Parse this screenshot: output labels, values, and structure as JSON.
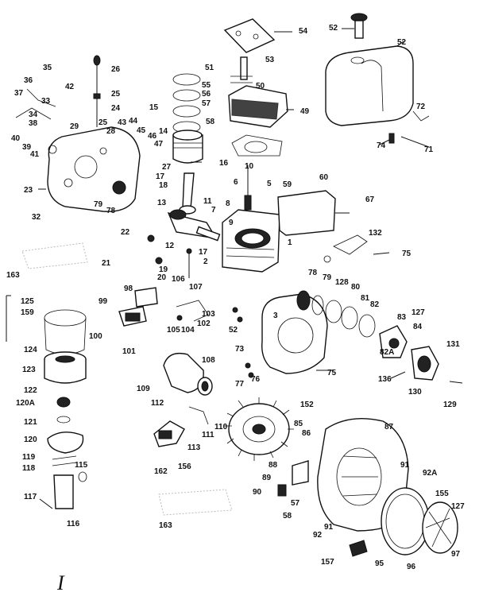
{
  "diagram": {
    "labels": [
      "54",
      "53",
      "52",
      "51",
      "53",
      "55",
      "50",
      "56",
      "57",
      "49",
      "58",
      "26",
      "25",
      "24",
      "35",
      "36",
      "37",
      "33",
      "42",
      "34",
      "38",
      "40",
      "39",
      "29",
      "25",
      "28",
      "43",
      "44",
      "45",
      "46",
      "47",
      "14",
      "15",
      "16",
      "41",
      "27",
      "23",
      "79",
      "78",
      "32",
      "17",
      "18",
      "13",
      "10",
      "5",
      "59",
      "60",
      "67",
      "6",
      "11",
      "8",
      "9",
      "7",
      "72",
      "74",
      "71",
      "22",
      "12",
      "21",
      "1",
      "132",
      "75",
      "163",
      "17",
      "19",
      "20",
      "106",
      "2",
      "107",
      "98",
      "99",
      "103",
      "102",
      "125",
      "159",
      "124",
      "100",
      "101",
      "105",
      "104",
      "52",
      "78",
      "79",
      "128",
      "80",
      "81",
      "82",
      "3",
      "73",
      "83",
      "127",
      "84",
      "131",
      "82A",
      "123",
      "109",
      "108",
      "76",
      "75",
      "77",
      "136",
      "130",
      "122",
      "120A",
      "112",
      "111",
      "110",
      "152",
      "129",
      "85",
      "86",
      "87",
      "121",
      "120",
      "113",
      "156",
      "162",
      "119",
      "118",
      "115",
      "88",
      "89",
      "91",
      "92A",
      "90",
      "57",
      "58",
      "91",
      "92",
      "155",
      "127",
      "117",
      "116",
      "163",
      "157",
      "95",
      "96",
      "97"
    ],
    "footer_mark": "I"
  }
}
